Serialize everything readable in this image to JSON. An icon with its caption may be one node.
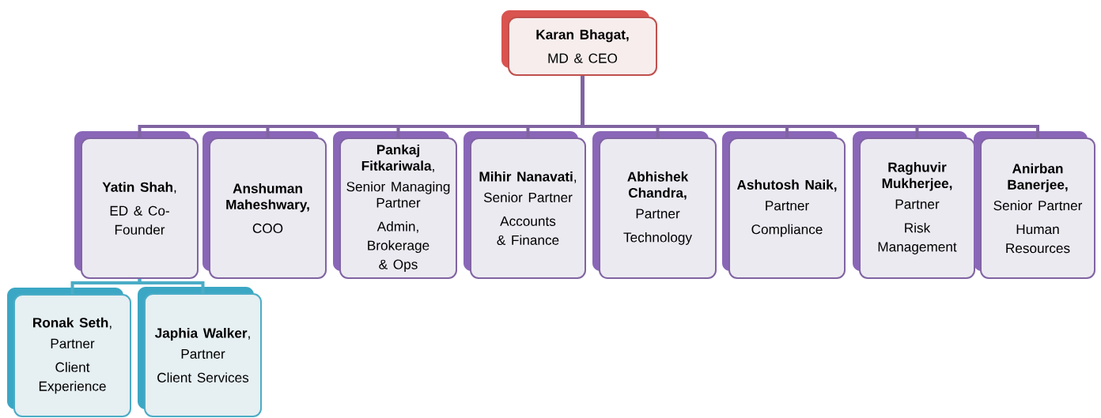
{
  "diagram": {
    "nodes": [
      {
        "text": [
          "Karan Bhagat,",
          "MD & CEO"
        ]
      },
      {
        "text": [
          "**Yatin Shah**,",
          "ED & Co-Founder"
        ]
      },
      {
        "text": [
          "Anshuman Maheshwary,",
          "COO"
        ]
      },
      {
        "text": [
          "**Pankaj Fitkariwala**,",
          "Senior Managing Partner",
          "Admin, Brokerage & Ops"
        ]
      },
      {
        "text": [
          "**Mihir Nanavati**,",
          "Senior Partner",
          "Accounts & Finance"
        ]
      },
      {
        "text": [
          "Abhishek Chandra,",
          "Partner",
          "Technology"
        ]
      },
      {
        "text": [
          "Ashutosh Naik,",
          "Partner",
          "Compliance"
        ]
      },
      {
        "text": [
          "Raghuvir Mukherjee,",
          "Partner",
          "Risk Management"
        ]
      },
      {
        "text": [
          "Anirban Banerjee,",
          "Senior Partner",
          "Human Resources"
        ]
      },
      {
        "text": [
          "**Ronak Seth**,",
          "Partner",
          "Client Experience"
        ]
      },
      {
        "text": [
          "**Japhia Walker**,",
          "Partner",
          "Client Services"
        ]
      }
    ],
    "edges": [
      {
        "from": 0,
        "to": 1,
        "arrow": "none"
      },
      {
        "from": 0,
        "to": 2,
        "arrow": "none"
      },
      {
        "from": 0,
        "to": 3,
        "arrow": "none"
      },
      {
        "from": 0,
        "to": 4,
        "arrow": "none"
      },
      {
        "from": 0,
        "to": 5,
        "arrow": "none"
      },
      {
        "from": 0,
        "to": 6,
        "arrow": "none"
      },
      {
        "from": 0,
        "to": 7,
        "arrow": "none"
      },
      {
        "from": 0,
        "to": 8,
        "arrow": "none"
      },
      {
        "from": 1,
        "to": 9,
        "arrow": "none",
        "color": "#4bacc6"
      },
      {
        "from": 1,
        "to": 10,
        "arrow": "none",
        "color": "#4bacc6"
      }
    ]
  }
}
